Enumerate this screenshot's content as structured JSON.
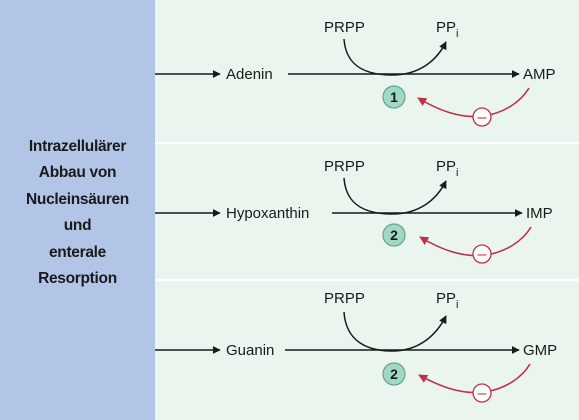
{
  "side_label": [
    "Intrazellulärer",
    "Abbau von",
    "Nucleinsäuren",
    "und",
    "enterale",
    "Resorption"
  ],
  "rows": [
    {
      "substrate": "Adenin",
      "cosubstrate": "PRPP",
      "coproduct": "PP",
      "coproduct_sub": "i",
      "product": "AMP",
      "enzyme": "1",
      "inhibition": "–"
    },
    {
      "substrate": "Hypoxanthin",
      "cosubstrate": "PRPP",
      "coproduct": "PP",
      "coproduct_sub": "i",
      "product": "IMP",
      "enzyme": "2",
      "inhibition": "–"
    },
    {
      "substrate": "Guanin",
      "cosubstrate": "PRPP",
      "coproduct": "PP",
      "coproduct_sub": "i",
      "product": "GMP",
      "enzyme": "2",
      "inhibition": "–"
    }
  ],
  "colors": {
    "side_panel": "#b3c5e7",
    "background": "#eaf5ee",
    "enzyme_circle": "#9fd9c6",
    "inhibition": "#c0304a",
    "separator": "#ffffff"
  }
}
